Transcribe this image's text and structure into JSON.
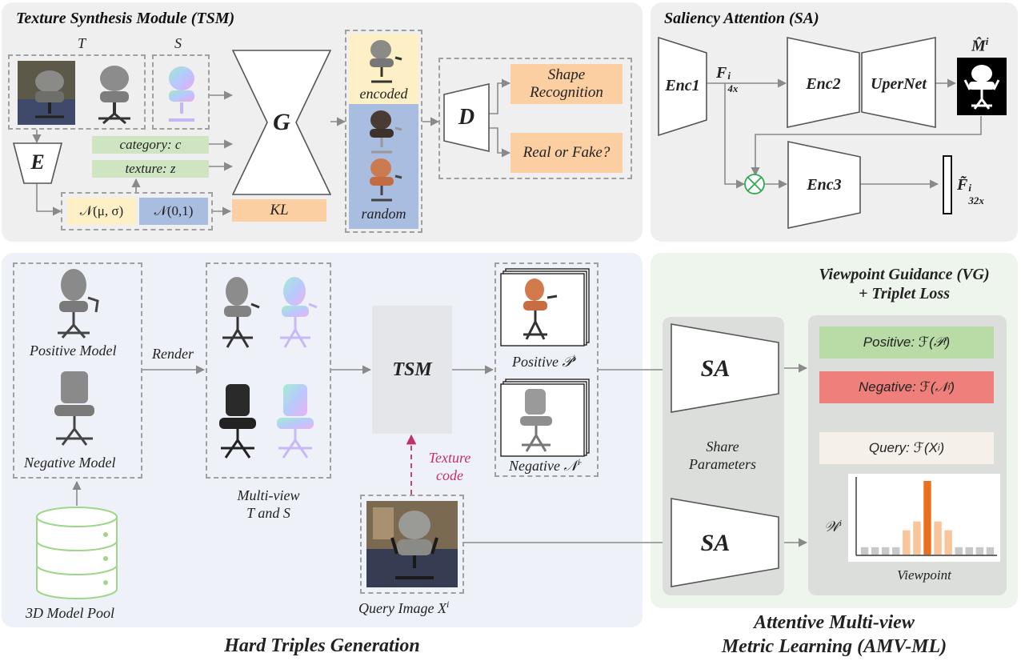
{
  "tsm": {
    "title": "Texture Synthesis Module (TSM)",
    "label_T": "T",
    "label_S": "S",
    "encoder": "E",
    "generator": "G",
    "discriminator": "D",
    "category": "category: c",
    "texture": "texture:  z",
    "dist_mu_sigma": "𝒩(μ, σ)",
    "dist_std": "𝒩(0,1)",
    "kl": "KL",
    "encoded": "encoded",
    "random": "random",
    "shape_recognition": "Shape Recognition",
    "real_or_fake": "Real or Fake?"
  },
  "sa": {
    "title": "Saliency Attention (SA)",
    "enc1": "Enc1",
    "enc2": "Enc2",
    "uppernet": "UperNet",
    "enc3": "Enc3",
    "feat_in": "F",
    "feat_in_sup": "i",
    "feat_in_sub": "4x",
    "mask": "M̂",
    "mask_sup": "i",
    "feat_out": "F̃",
    "feat_out_sup": "i",
    "feat_out_sub": "32x"
  },
  "htg": {
    "title": "Hard Triples Generation",
    "positive_model": "Positive Model",
    "negative_model": "Negative Model",
    "pool": "3D Model Pool",
    "render": "Render",
    "multiview": "Multi-view",
    "t_and_s": "T and S",
    "tsm_box": "TSM",
    "texture_code_1": "Texture",
    "texture_code_2": "code",
    "positive_p": "Positive 𝒫",
    "negative_n": "Negative 𝒩",
    "query_image": "Query Image X",
    "sup_i": "i"
  },
  "amv": {
    "vg_title_1": "Viewpoint Guidance (VG)",
    "vg_title_2": "+ Triplet Loss",
    "sa_top": "SA",
    "sa_bottom": "SA",
    "share_1": "Share",
    "share_2": "Parameters",
    "pos_feat": "Positive: ℱ(𝒫",
    "neg_feat": "Negative: ℱ(𝒩",
    "query_feat": "Query: ℱ(X",
    "close_paren": ")",
    "weight": "𝒲",
    "viewpoint": "Viewpoint",
    "title_1": "Attentive Multi-view",
    "title_2": "Metric Learning (AMV-ML)"
  },
  "colors": {
    "panel_gray": "#efefef",
    "panel_blue": "#eef2f8",
    "panel_green": "#eef5ec",
    "green_box": "#cfe5c2",
    "orange_box": "#fbcfa2",
    "yellow_box": "#fdf0c6",
    "blue_box": "#a9bde0",
    "red_box": "#ee7f7b",
    "query_box": "#f6f0ea",
    "chart_orange": "#e8701f",
    "chart_light_orange": "#f8c49a",
    "chart_gray": "#c8c8c8"
  },
  "chart_data": {
    "type": "bar",
    "title": "",
    "xlabel": "Viewpoint",
    "ylabel": "𝒲",
    "values": [
      0.1,
      0.1,
      0.1,
      0.1,
      0.33,
      0.45,
      1.0,
      0.45,
      0.33,
      0.1,
      0.1,
      0.1,
      0.1
    ],
    "grid": false
  }
}
